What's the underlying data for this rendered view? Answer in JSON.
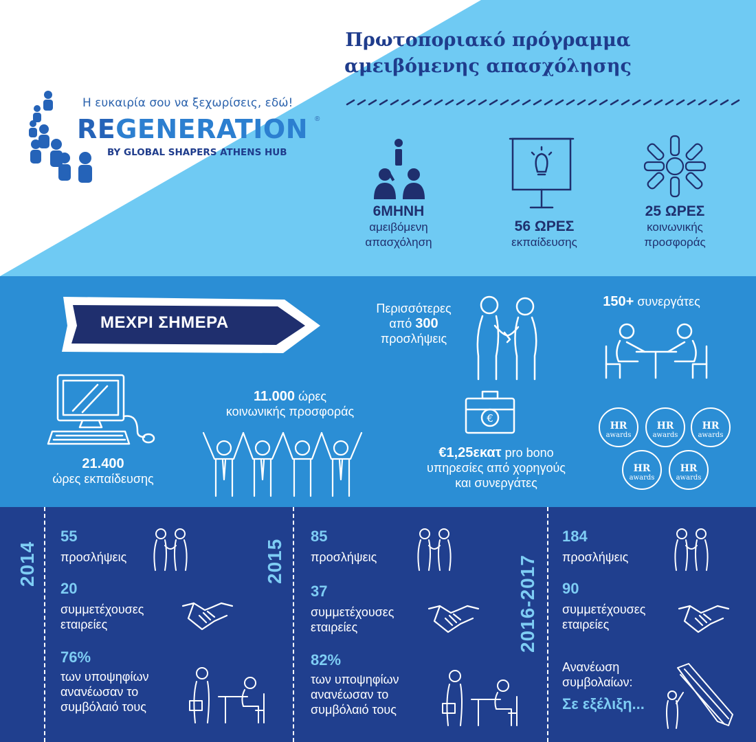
{
  "colors": {
    "light_blue": "#6fcaf3",
    "mid_blue": "#2b8ed5",
    "dark_blue": "#203f8e",
    "navy_text": "#1f3c8c",
    "accent_cyan": "#7ecdf4"
  },
  "headline": {
    "line1": "Πρωτοποριακό πρόγραμμα",
    "line2": "αμειβόμενης απασχόλησης"
  },
  "logo": {
    "tagline": "Η ευκαιρία σου να ξεχωρίσεις, εδώ!",
    "word_re": "RE",
    "word_rest": "GENERATION",
    "registered": "®",
    "subtitle": "BY GLOBAL SHAPERS ATHENS HUB"
  },
  "program": [
    {
      "big": "6ΜΗΝΗ",
      "line1": "αμειβόμενη",
      "line2": "απασχόληση",
      "icon": "people-info-icon"
    },
    {
      "big": "56 ΩΡΕΣ",
      "line1": "εκπαίδευσης",
      "line2": "",
      "icon": "whiteboard-lightbulb-icon"
    },
    {
      "big": "25 ΩΡΕΣ",
      "line1": "κοινωνικής",
      "line2": "προσφοράς",
      "icon": "hands-circle-icon"
    }
  ],
  "to_date": {
    "banner": "ΜΕΧΡΙ ΣΗΜΕΡΑ",
    "hires": {
      "line1": "Περισσότερες",
      "line2_pre": "από ",
      "line2_num": "300",
      "line3": "προσλήψεις"
    },
    "partners": {
      "num": "150+",
      "label": " συνεργάτες"
    },
    "training": {
      "num": "21.400",
      "label": "ώρες εκπαίδευσης"
    },
    "social": {
      "num": "11.000",
      "label1": " ώρες",
      "label2": "κοινωνικής προσφοράς"
    },
    "probono": {
      "num": "€1,25εκατ",
      "label1": " pro bono",
      "label2": "υπηρεσίες από χορηγούς",
      "label3": "και συνεργάτες"
    },
    "awards": [
      "HR awards",
      "HR awards",
      "HR awards",
      "HR awards",
      "HR awards"
    ],
    "award_line1": "HR",
    "award_line2": "awards"
  },
  "years": [
    {
      "year": "2014",
      "hires_num": "55",
      "hires_label": "προσλήψεις",
      "companies_num": "20",
      "companies_l1": "συμμετέχουσες",
      "companies_l2": "εταιρείες",
      "renew_num": "76%",
      "renew_l1": "των υποψηφίων",
      "renew_l2": "ανανέωσαν το",
      "renew_l3": "συμβόλαιό τους"
    },
    {
      "year": "2015",
      "hires_num": "85",
      "hires_label": "προσλήψεις",
      "companies_num": "37",
      "companies_l1": "συμμετέχουσες",
      "companies_l2": "εταιρείες",
      "renew_num": "82%",
      "renew_l1": "των υποψηφίων",
      "renew_l2": "ανανέωσαν το",
      "renew_l3": "συμβόλαιό τους"
    },
    {
      "year": "2016-2017",
      "hires_num": "184",
      "hires_label": "προσλήψεις",
      "companies_num": "90",
      "companies_l1": "συμμετέχουσες",
      "companies_l2": "εταιρείες",
      "renew_l1": "Ανανέωση",
      "renew_l2": "συμβολαίων:",
      "renew_status": "Σε εξέλιξη..."
    }
  ]
}
